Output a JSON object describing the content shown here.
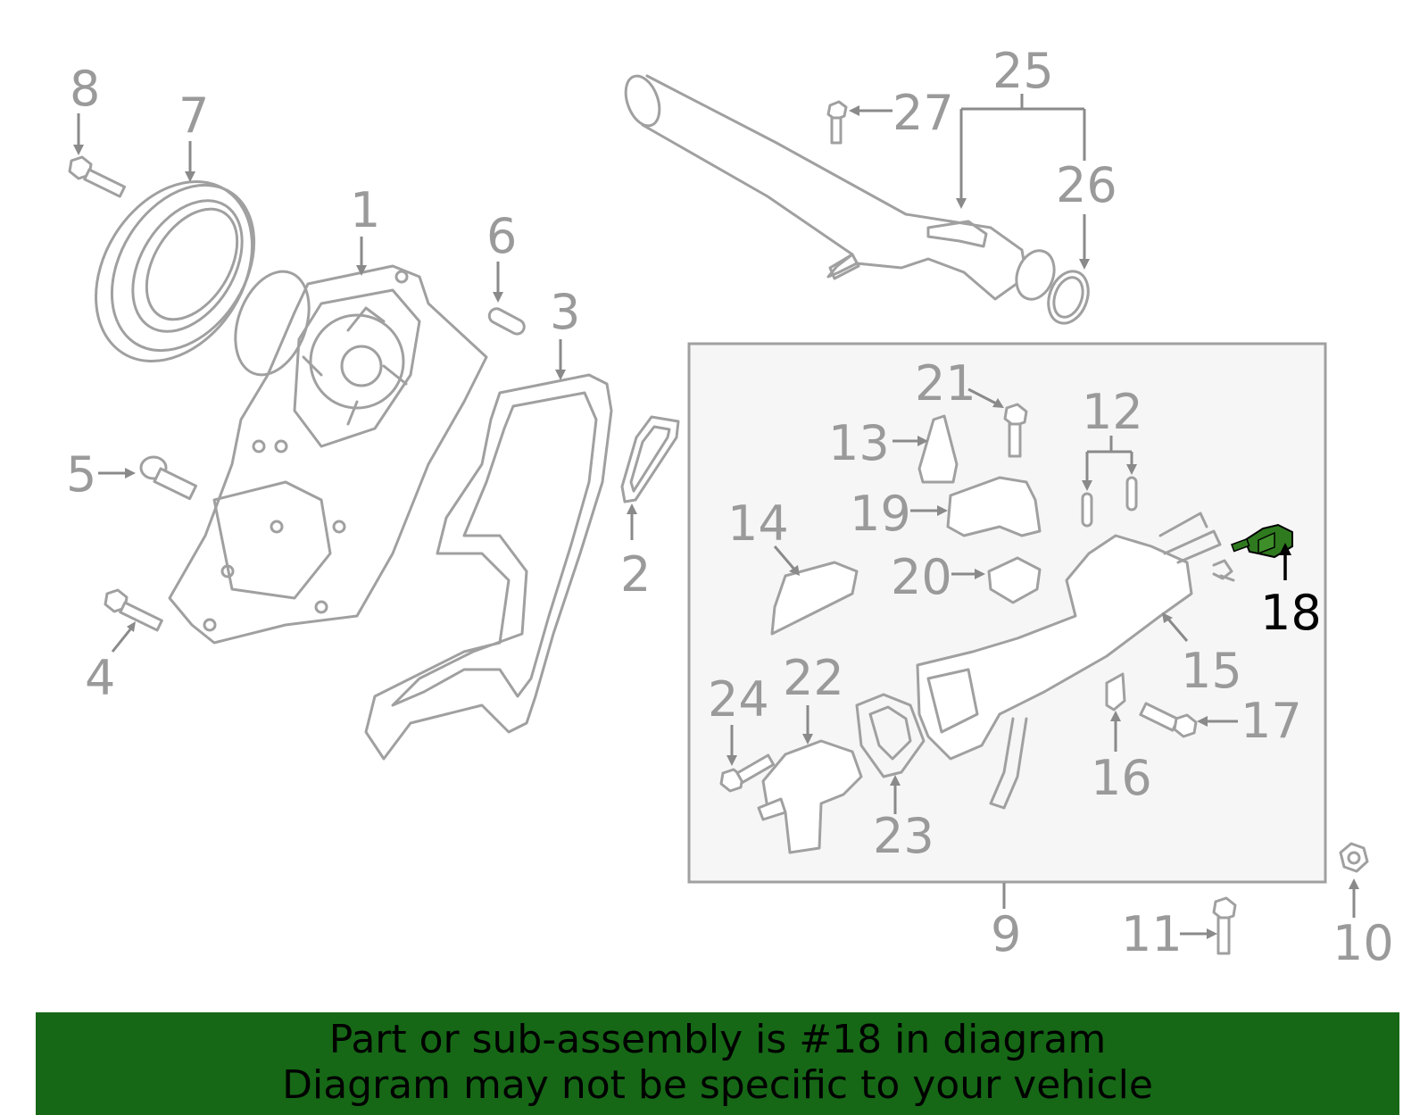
{
  "callouts": {
    "c1": "1",
    "c2": "2",
    "c3": "3",
    "c4": "4",
    "c5": "5",
    "c6": "6",
    "c7": "7",
    "c8": "8",
    "c9": "9",
    "c10": "10",
    "c11": "11",
    "c12": "12",
    "c13": "13",
    "c14": "14",
    "c15": "15",
    "c16": "16",
    "c17": "17",
    "c18": "18",
    "c19": "19",
    "c20": "20",
    "c21": "21",
    "c22": "22",
    "c23": "23",
    "c24": "24",
    "c25": "25",
    "c26": "26",
    "c27": "27"
  },
  "highlighted_part": "18",
  "footer": {
    "line1": "Part or sub-assembly is #18 in diagram",
    "line2": "Diagram may not be specific to your vehicle"
  },
  "colors": {
    "highlight": "#2f7a1f",
    "banner": "#166816",
    "line_art": "#a0a0a0",
    "inset_box_fill": "#f6f6f6"
  }
}
